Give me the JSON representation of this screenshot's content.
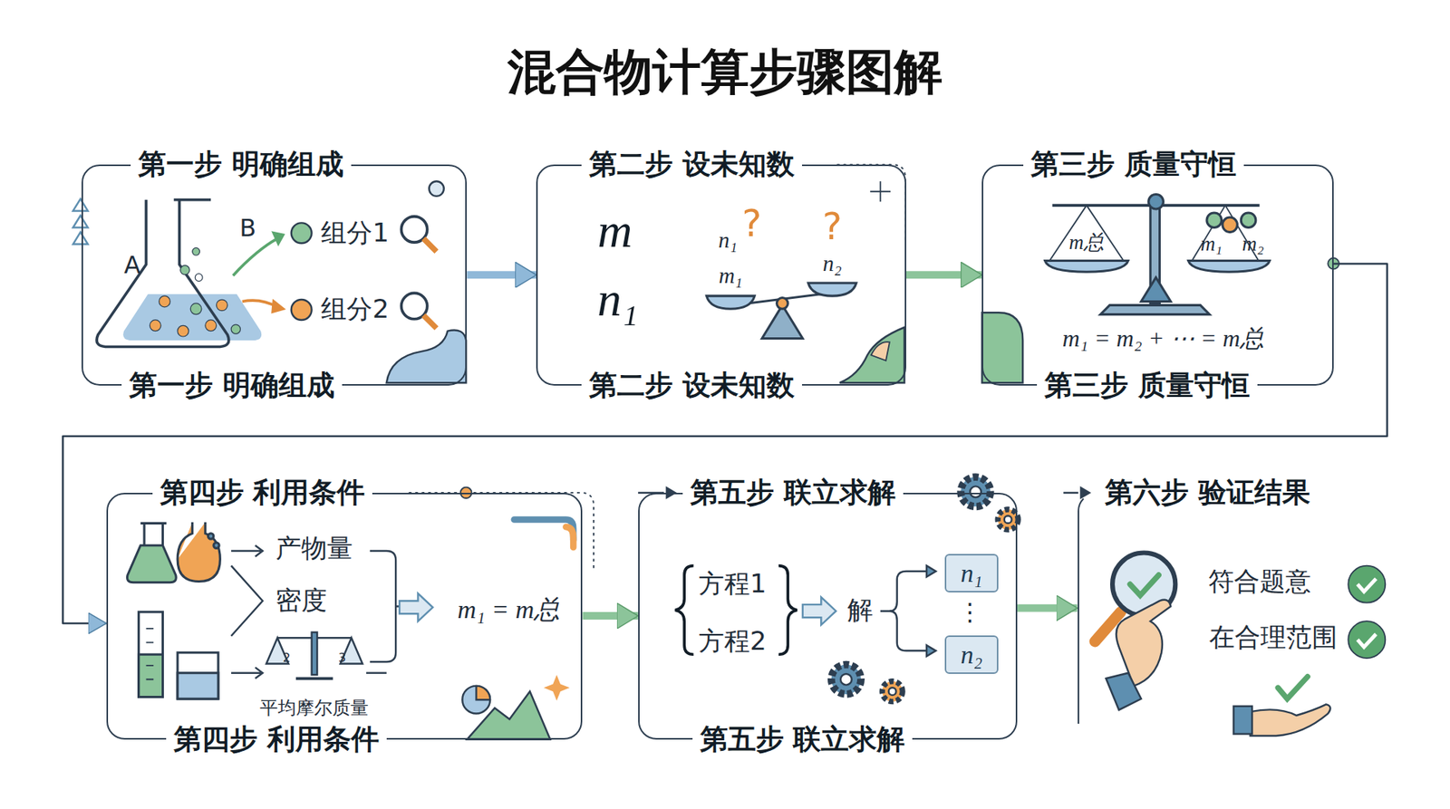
{
  "diagram": {
    "title": "混合物计算步骤图解",
    "nodes": [
      {
        "text": [
          "第一步 明确组成",
          "第一步 明确组成"
        ]
      },
      {
        "text": [
          "第二步 设未知数",
          "第二步 设未知数"
        ]
      },
      {
        "text": [
          "第三步 质量守恒",
          "第三步 质量守恒"
        ]
      },
      {
        "text": [
          "第四步 利用条件",
          "第四步 利用条件"
        ]
      },
      {
        "text": [
          "第五步 联立求解",
          "第五步 联立求解"
        ]
      },
      {
        "text": [
          "第六步 验证结果"
        ]
      },
      {
        "text": [
          "n₁"
        ],
        "in": 4
      },
      {
        "text": [
          "n₂"
        ],
        "in": 4
      }
    ],
    "edges": [
      {
        "from": 0,
        "to": 1,
        "arrow": "to"
      },
      {
        "from": 1,
        "to": 2,
        "arrow": "to"
      },
      {
        "from": 2,
        "to": 3,
        "arrow": "to"
      },
      {
        "from": 3,
        "to": 4,
        "arrow": "to"
      },
      {
        "from": 4,
        "to": 5,
        "arrow": "to"
      }
    ],
    "labels": [
      "A",
      "B",
      "组分1",
      "组分2",
      "m",
      "n₁",
      "n₁",
      "?",
      "?",
      "m₁",
      "n₂",
      "m总",
      "m₁",
      "m₂",
      "m₁ = m₂ + ⋯ = m总",
      "产物量",
      "密度",
      "2",
      "3",
      "平均摩尔质量",
      "m₁ = m总",
      "方程1",
      "方程2",
      "解",
      "⋮",
      "符合题意",
      "在合理范围"
    ]
  }
}
